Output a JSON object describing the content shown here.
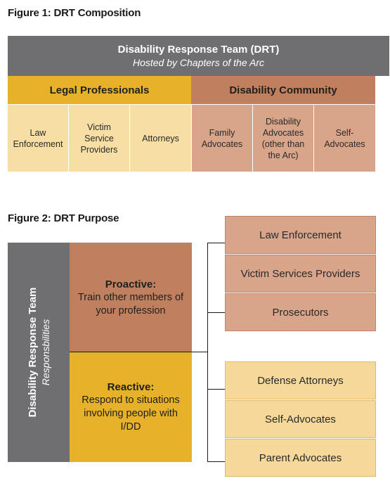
{
  "figure1": {
    "title": "Figure 1: DRT Composition",
    "header_title": "Disability Response Team (DRT)",
    "header_subtitle": "Hosted by Chapters of the Arc",
    "legal": {
      "label": "Legal Professionals",
      "items": [
        "Law Enforcement",
        "Victim Service Providers",
        "Attorneys"
      ]
    },
    "community": {
      "label": "Disability Community",
      "items": [
        "Family Advocates",
        "Disability Advocates (other than the Arc)",
        "Self-Advocates"
      ]
    }
  },
  "figure2": {
    "title": "Figure 2: DRT Purpose",
    "team_label": "Disability Response Team",
    "team_sublabel": "Responsbilities",
    "proactive": {
      "label": "Proactive:",
      "text": "Train other members of your profession"
    },
    "reactive": {
      "label": "Reactive:",
      "text": "Respond to situations involving people with I/DD"
    },
    "proactive_targets": [
      "Law Enforcement",
      "Victim Services Providers",
      "Prosecutors"
    ],
    "reactive_targets": [
      "Defense Attorneys",
      "Self-Advocates",
      "Parent Advocates"
    ]
  },
  "colors": {
    "gray": "#6f6f71",
    "gold": "#e7b22a",
    "gold_light": "#f6dea4",
    "rust": "#c0805f",
    "rust_light": "#d8a48a"
  }
}
